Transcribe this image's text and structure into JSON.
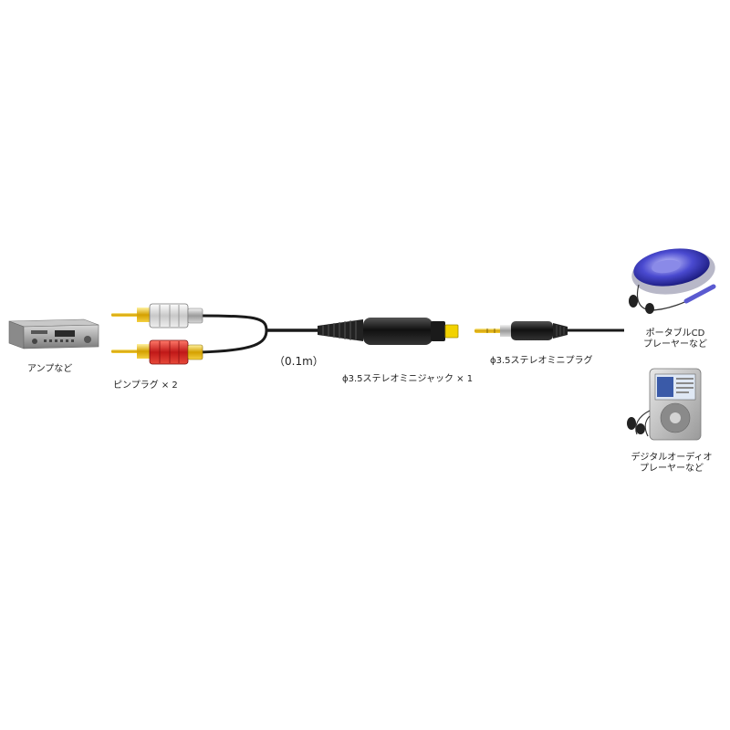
{
  "labels": {
    "amp": "アンプなど",
    "pin_plug": "ピンプラグ × 2",
    "length": "（0.1m）",
    "mini_jack": "ϕ3.5ステレオミニジャック × 1",
    "mini_plug": "ϕ3.5ステレオミニプラグ",
    "portable_cd_line1": "ポータブルCD",
    "portable_cd_line2": "プレーヤーなど",
    "digital_audio_line1": "デジタルオーディオ",
    "digital_audio_line2": "プレーヤーなど"
  },
  "colors": {
    "cable": "#1a1a1a",
    "plug_white": "#e8e8e8",
    "plug_red": "#d32020",
    "gold": "#e0b000",
    "jack_tip": "#f2d200",
    "cd_player": "#3a3ab0",
    "amp_body": "#9a9a9a"
  },
  "icons": {
    "amp": "amplifier-icon",
    "cd": "portable-cd-player-icon",
    "dap": "digital-audio-player-icon"
  }
}
